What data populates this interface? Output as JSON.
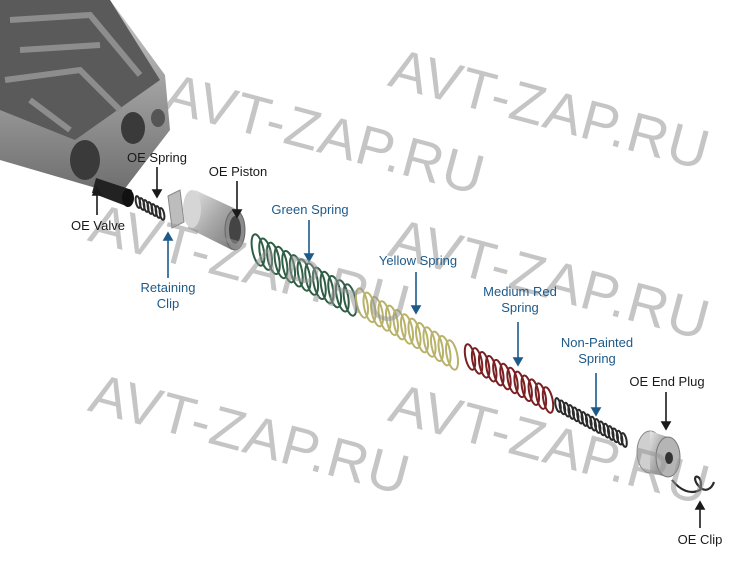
{
  "watermark": "AVT-ZAP.RU",
  "labels": {
    "oe_spring": "OE Spring",
    "oe_valve": "OE Valve",
    "oe_piston": "OE Piston",
    "green_spring": "Green Spring",
    "retaining_clip_1": "Retaining",
    "retaining_clip_2": "Clip",
    "yellow_spring": "Yellow Spring",
    "medium_red_spring_1": "Medium Red",
    "medium_red_spring_2": "Spring",
    "non_painted_spring_1": "Non-Painted",
    "non_painted_spring_2": "Spring",
    "oe_end_plug": "OE End Plug",
    "oe_clip": "OE Clip"
  },
  "colors": {
    "black_label": "#1a1a1a",
    "blue_label": "#1d5a8a",
    "green_spring": "#2f5e45",
    "yellow_spring": "#b9b26a",
    "red_spring": "#7a1f22",
    "plain_spring": "#2a2a2a"
  }
}
